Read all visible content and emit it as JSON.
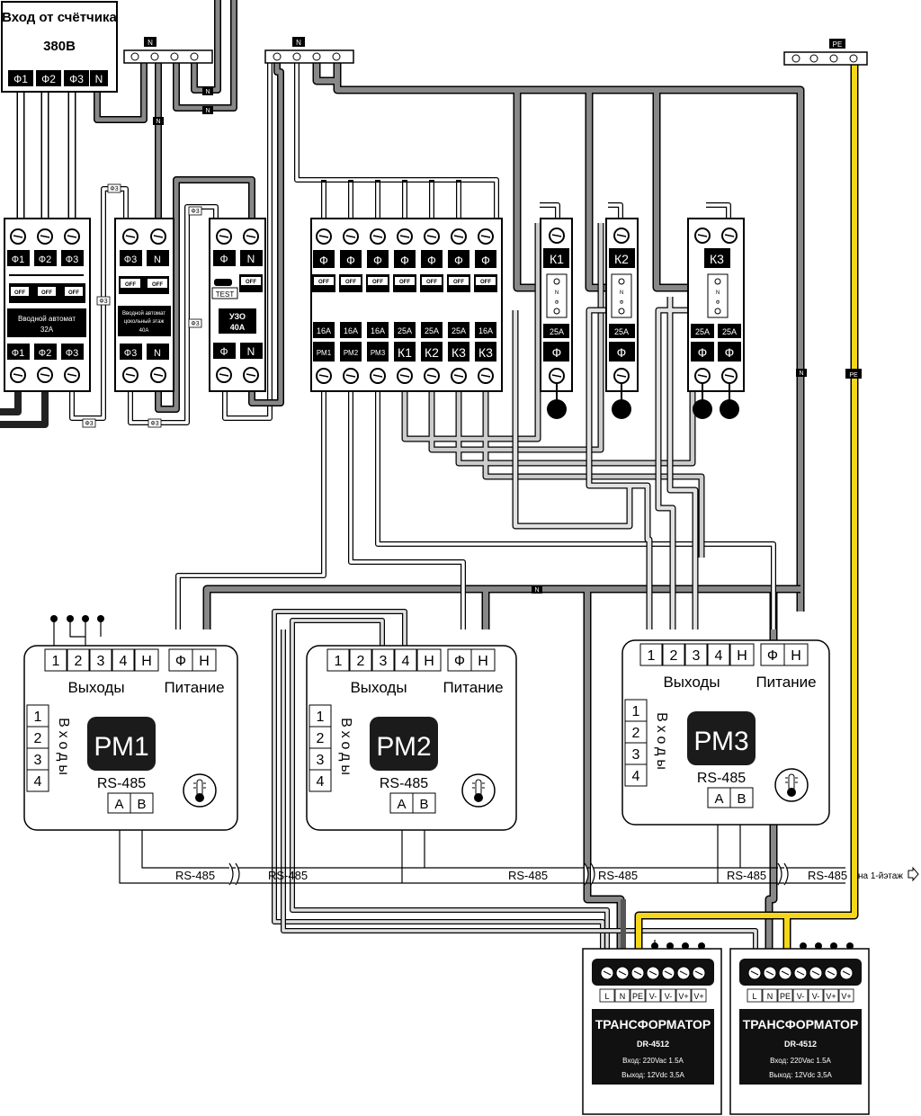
{
  "meter": {
    "line1": "Вход от счётчика",
    "line2": "380В",
    "phases": [
      "Ф1",
      "Ф2",
      "Ф3",
      "N"
    ]
  },
  "busbars": {
    "n_label": "N",
    "pe_label": "PE"
  },
  "wire_tags": {
    "n": "N",
    "pe": "PE",
    "f3": "Ф3"
  },
  "breaker_main": {
    "top": [
      "Ф1",
      "Ф2",
      "Ф3"
    ],
    "bottom": [
      "Ф1",
      "Ф2",
      "Ф3"
    ],
    "off": "OFF",
    "caption1": "Вводной автомат",
    "caption2": "32А"
  },
  "breaker_base": {
    "top": [
      "Ф3",
      "N"
    ],
    "bottom": [
      "Ф3",
      "N"
    ],
    "off": "OFF",
    "caption1": "Вводной автомат",
    "caption2": "цокольный этаж",
    "caption3": "40А"
  },
  "rcd": {
    "top": [
      "Ф",
      "N"
    ],
    "bottom": [
      "Ф",
      "N"
    ],
    "test": "TEST",
    "off": "OFF",
    "caption1": "УЗО",
    "caption2": "40А"
  },
  "group_breakers": {
    "phase": "Ф",
    "off": "OFF",
    "ratings": [
      "16A",
      "16A",
      "16A",
      "25A",
      "25A",
      "25A",
      "16A"
    ],
    "names": [
      "РМ1",
      "РМ2",
      "РМ3",
      "К1",
      "К2",
      "К3",
      "К3"
    ]
  },
  "contactors": [
    {
      "name": "К1",
      "rating": "25A",
      "phase": "Ф",
      "coil": [
        "N",
        "Ф"
      ]
    },
    {
      "name": "К2",
      "rating": "25A",
      "phase": "Ф",
      "coil": [
        "N",
        "Ф"
      ]
    },
    {
      "name": "К3",
      "ratings": [
        "25A",
        "25A"
      ],
      "phases": [
        "Ф",
        "Ф"
      ],
      "coil": [
        "N",
        "Ф"
      ]
    }
  ],
  "modules": [
    {
      "name": "РМ1",
      "outputs_label": "Выходы",
      "power_label": "Питание",
      "inputs_label": "Входы",
      "outputs": [
        "1",
        "2",
        "3",
        "4",
        "Н"
      ],
      "power": [
        "Ф",
        "Н"
      ],
      "inputs": [
        "1",
        "2",
        "3",
        "4"
      ],
      "rs": "RS-485",
      "ab": [
        "A",
        "B"
      ]
    },
    {
      "name": "РМ2",
      "outputs_label": "Выходы",
      "power_label": "Питание",
      "inputs_label": "Входы",
      "outputs": [
        "1",
        "2",
        "3",
        "4",
        "Н"
      ],
      "power": [
        "Ф",
        "Н"
      ],
      "inputs": [
        "1",
        "2",
        "3",
        "4"
      ],
      "rs": "RS-485",
      "ab": [
        "A",
        "B"
      ]
    },
    {
      "name": "РМ3",
      "outputs_label": "Выходы",
      "power_label": "Питание",
      "inputs_label": "Входы",
      "outputs": [
        "1",
        "2",
        "3",
        "4",
        "Н"
      ],
      "power": [
        "Ф",
        "Н"
      ],
      "inputs": [
        "1",
        "2",
        "3",
        "4"
      ],
      "rs": "RS-485",
      "ab": [
        "A",
        "B"
      ]
    }
  ],
  "rs_line": {
    "labels": [
      "RS-485",
      "RS-485",
      "RS-485",
      "RS-485",
      "RS-485",
      "RS-485"
    ],
    "end": "на 1-йэтаж"
  },
  "transformers": [
    {
      "terminals": [
        "L",
        "N",
        "PE",
        "V-",
        "V-",
        "V+",
        "V+"
      ],
      "title": "ТРАНСФОРМАТОР",
      "model": "DR-4512",
      "input": "Вход: 220Vac 1.5A",
      "output": "Выход: 12Vdc 3,5A"
    },
    {
      "terminals": [
        "L",
        "N",
        "PE",
        "V-",
        "V-",
        "V+",
        "V+"
      ],
      "title": "ТРАНСФОРМАТОР",
      "model": "DR-4512",
      "input": "Вход: 220Vac 1.5A",
      "output": "Выход: 12Vdc 3,5A"
    }
  ]
}
